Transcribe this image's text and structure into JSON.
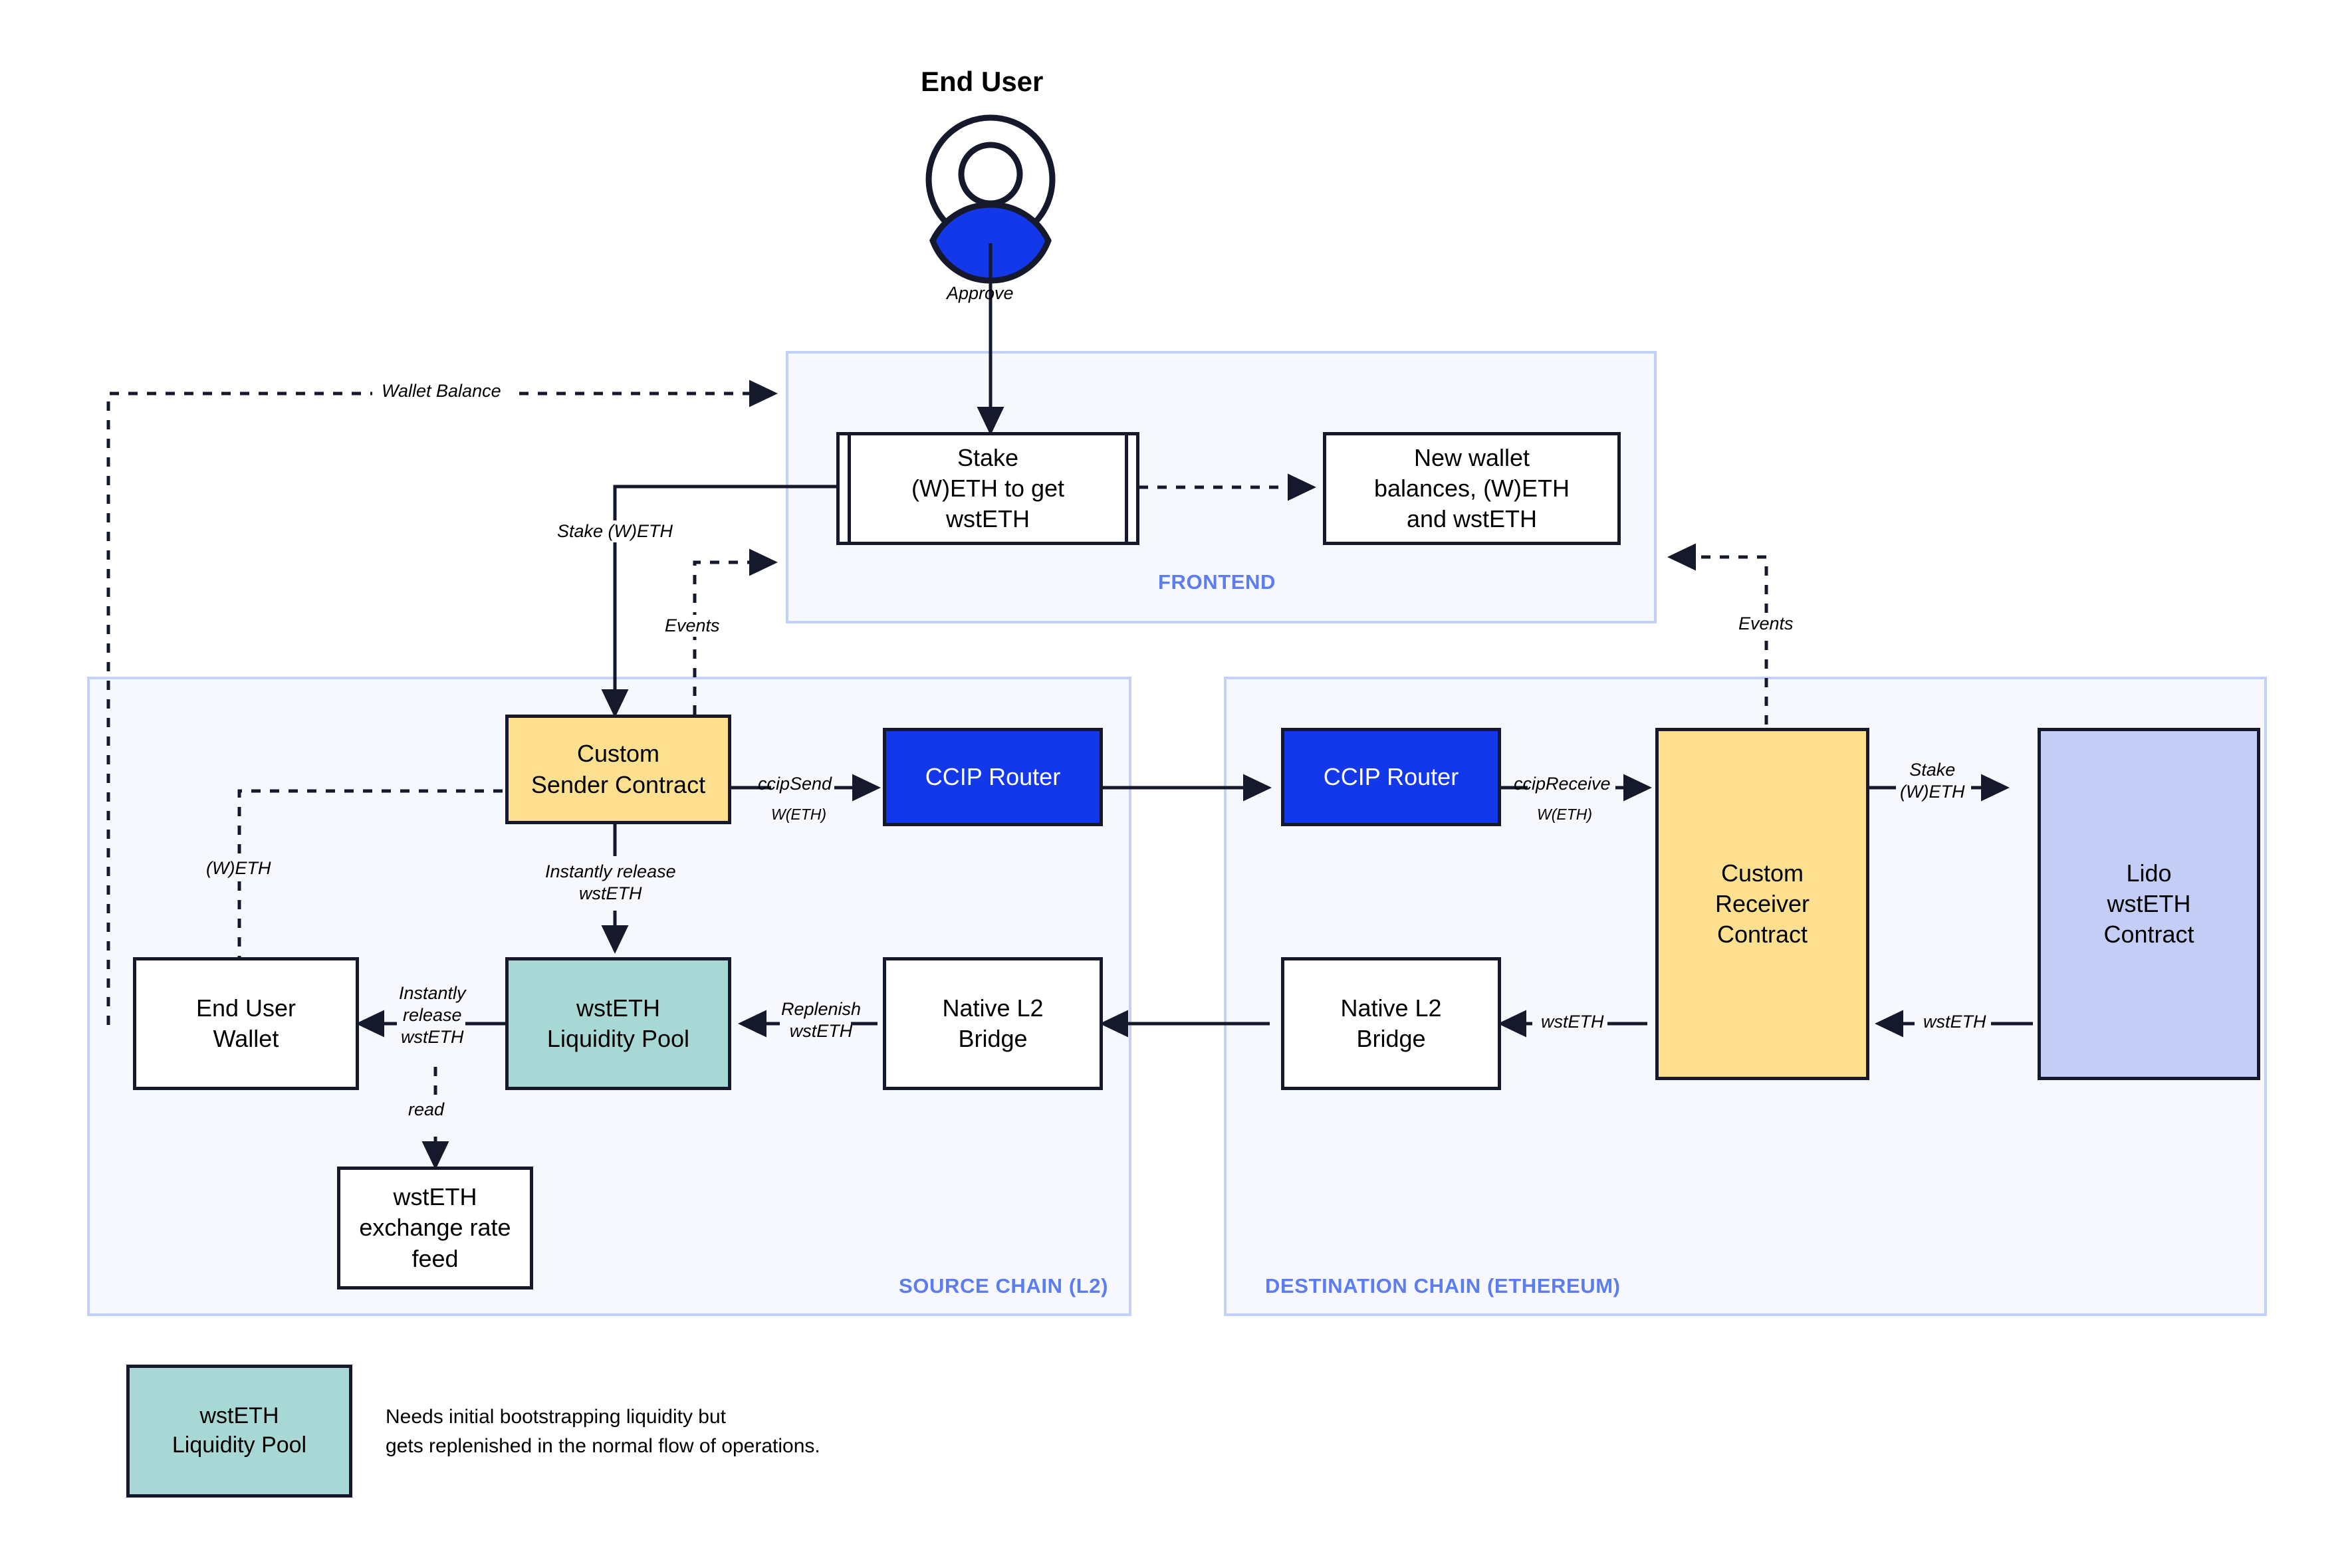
{
  "diagram": {
    "title": "End User",
    "actor": {
      "label": "End User",
      "icon": "user-avatar-icon",
      "body_color": "#1238ea"
    },
    "zones": [
      {
        "id": "frontend",
        "label": "FRONTEND"
      },
      {
        "id": "source",
        "label": "SOURCE CHAIN (L2)"
      },
      {
        "id": "destination",
        "label": "DESTINATION CHAIN (ETHEREUM)"
      }
    ],
    "nodes": {
      "stake_form": "Stake\n(W)ETH to get\nwstETH",
      "new_balances": "New wallet\nbalances, (W)ETH\nand wstETH",
      "sender_contract": "Custom\nSender Contract",
      "ccip_router_src": "CCIP Router",
      "ccip_router_dst": "CCIP Router",
      "receiver_contract": "Custom\nReceiver\nContract",
      "lido_contract": "Lido\nwstETH\nContract",
      "end_user_wallet": "End User\nWallet",
      "liquidity_pool": "wstETH\nLiquidity Pool",
      "native_bridge_src": "Native L2\nBridge",
      "native_bridge_dst": "Native L2\nBridge",
      "rate_feed": "wstETH\nexchange rate\nfeed"
    },
    "edge_labels": {
      "approve": "Approve",
      "wallet_balance": "Wallet Balance",
      "stake_weth": "Stake (W)ETH",
      "events_left": "Events",
      "events_right": "Events",
      "weth": "(W)ETH",
      "ccip_send": "ccipSend",
      "ccip_send_token": "W(ETH)",
      "ccip_receive": "ccipReceive",
      "ccip_receive_token": "W(ETH)",
      "instantly_release_wsteth": "Instantly release\nwstETH",
      "instantly_release_wsteth_wallet": "Instantly\nrelease\nwstETH",
      "replenish_wsteth": "Replenish\nwstETH",
      "read": "read",
      "stake_weth_lido": "Stake\n(W)ETH",
      "wsteth_dst_bridge": "wstETH",
      "wsteth_lido": "wstETH"
    },
    "legend": {
      "swatch_label": "wstETH\nLiquidity Pool",
      "note": "Needs initial bootstrapping liquidity but\ngets replenished in the normal flow of operations."
    },
    "colors": {
      "yellow": "#fcdf8f",
      "teal": "#a8d8d6",
      "blue": "#1238ea",
      "periwinkle": "#c3cdf6",
      "zone_fill": "#f6f8fe",
      "zone_border": "#c3d0f8",
      "zone_text": "#5c7df0",
      "stroke": "#16192b"
    }
  }
}
